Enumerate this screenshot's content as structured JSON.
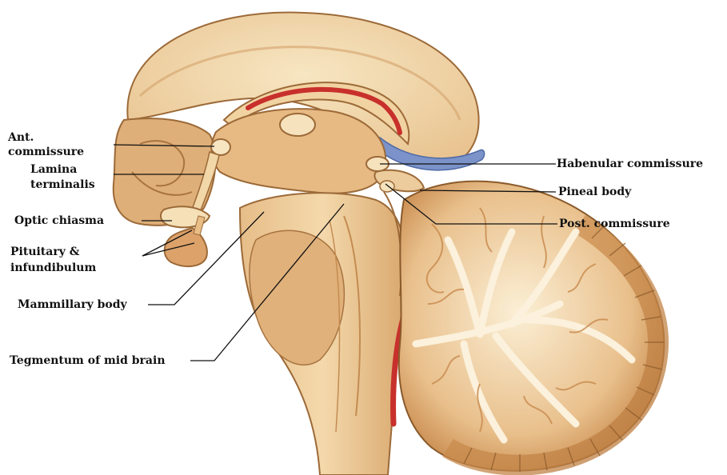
{
  "labels": {
    "ant_commissure_1": "Ant.",
    "ant_commissure_2": "commissure",
    "lamina_terminalis_1": "Lamina",
    "lamina_terminalis_2": "terminalis",
    "optic_chiasma": "Optic chiasma",
    "pituitary_1": "Pituitary &",
    "pituitary_2": "infundibulum",
    "mammillary_body": "Mammillary body",
    "tegmentum": "Tegmentum of mid brain",
    "habenular_commissure": "Habenular commissure",
    "pineal_body": "Pineal body",
    "post_commissure": "Post. commissure"
  },
  "colors": {
    "tissue_light": "#f4ddb2",
    "tissue_mid": "#e2b27a",
    "tissue_dark": "#c98a4c",
    "outline": "#8a5a2b",
    "vessel_red": "#c8302c",
    "vein_blue": "#7b93c9",
    "leader_line": "#111111"
  }
}
